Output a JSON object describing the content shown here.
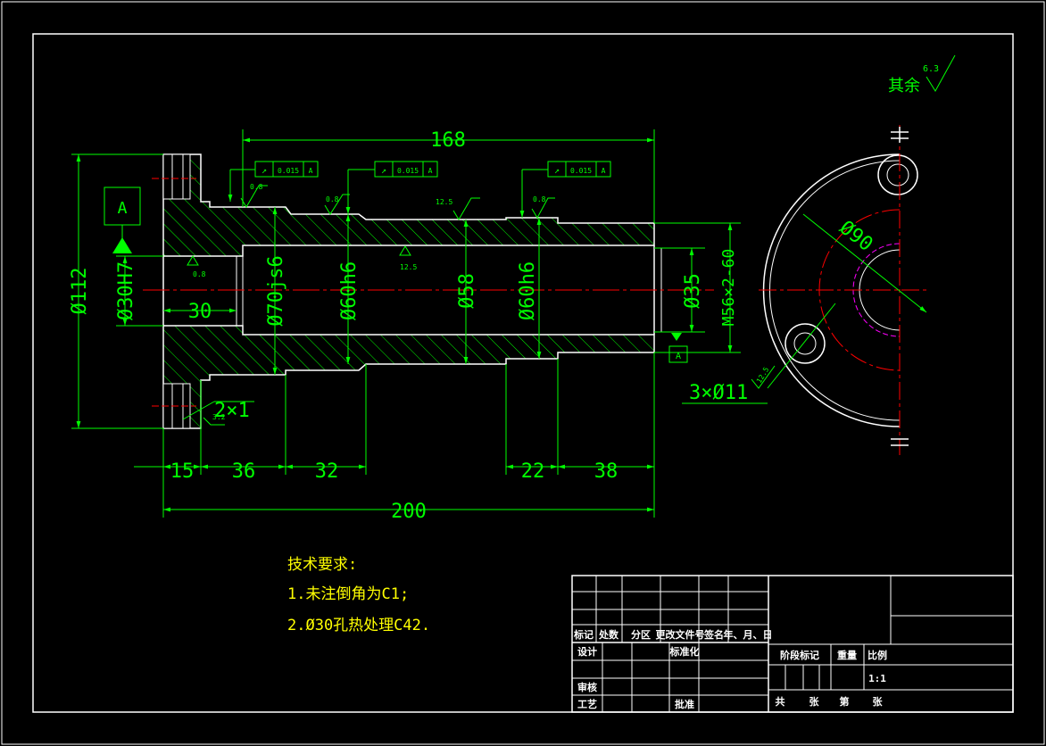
{
  "datum_label": "A",
  "datum_label_small": "A",
  "roughness_other": "其余",
  "roughness_other_value": "6.3",
  "dims": {
    "top_168": "168",
    "bottom_200": "200",
    "d112": "Ø112",
    "d30h7": "Ø30H7",
    "l30": "30",
    "d70js6": "Ø70js6",
    "d60h6_a": "Ø60h6",
    "d58": "Ø58",
    "d60h6_b": "Ø60h6",
    "d35": "Ø35",
    "m56": "M56×2-60",
    "l15": "15",
    "l36": "36",
    "l32": "32",
    "l22": "22",
    "l38": "38",
    "chamfer": "2×1",
    "holes": "3×Ø11",
    "d90": "Ø90"
  },
  "tolerances": [
    {
      "value": "0.015",
      "datum": "A"
    },
    {
      "value": "0.015",
      "datum": "A"
    },
    {
      "value": "0.015",
      "datum": "A"
    }
  ],
  "roughness": {
    "r1": "0.8",
    "r2": "0.8",
    "r3": "12.5",
    "r4": "0.8",
    "r5": "0.8",
    "r6": "12.5",
    "r7": "12.5",
    "r8": "3.2"
  },
  "notes": {
    "title": "技术要求:",
    "line1": "1.未注倒角为C1;",
    "line2": "2.Ø30孔热处理C42."
  },
  "titleblock": {
    "h1": "标记",
    "h2": "处数",
    "h3": "分区",
    "h4": "更改文件号",
    "h5": "签名",
    "h6": "年、月、日",
    "design": "设计",
    "standard": "标准化",
    "stage": "阶段标记",
    "weight": "重量",
    "scale_label": "比例",
    "scale": "1:1",
    "check": "审核",
    "process": "工艺",
    "approve": "批准",
    "total": "共",
    "sheets": "张",
    "no": "第",
    "sheet": "张"
  },
  "colors": {
    "lines": "#00ff00",
    "centerline": "#ff0000",
    "text": "#00ff00",
    "notes": "#ffff00",
    "hidden": "#ff00ff"
  }
}
